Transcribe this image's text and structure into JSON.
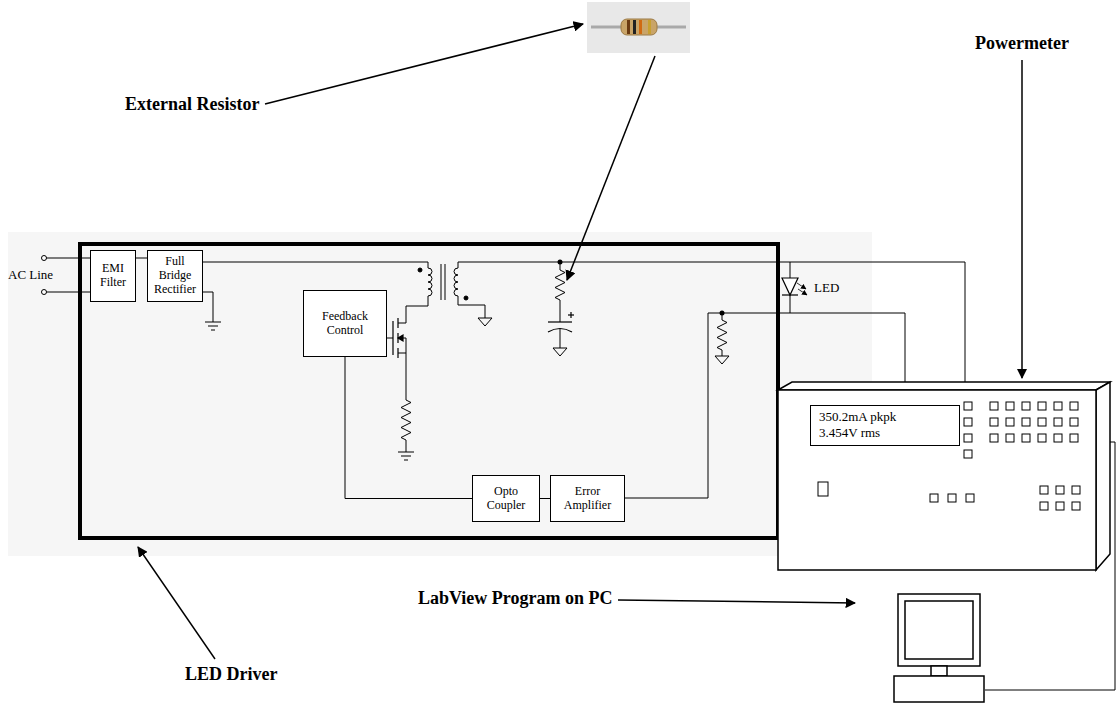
{
  "diagram": {
    "nodes": [
      {
        "text": [
          "LED Driver"
        ]
      },
      {
        "text": [
          "EMI Filter"
        ],
        "in": 0
      },
      {
        "text": [
          "Full Bridge Rectifier"
        ],
        "in": 0
      },
      {
        "text": [
          "Feedback Control"
        ],
        "in": 0
      },
      {
        "text": [
          "Opto Coupler"
        ],
        "in": 0
      },
      {
        "text": [
          "Error Amplifier"
        ],
        "in": 0
      },
      {
        "text": [
          "Powermeter"
        ]
      },
      {
        "text": [
          "350.2mA pkpk",
          "3.454V rms"
        ],
        "in": 6
      },
      {
        "text": [
          "LabView Program on PC"
        ]
      }
    ],
    "edges": [
      {
        "from": 1,
        "to": 2,
        "arrow": "none"
      },
      {
        "from": 3,
        "to": 4,
        "arrow": "none"
      },
      {
        "from": 4,
        "to": 5,
        "arrow": "none"
      },
      {
        "from": 0,
        "to": 6,
        "arrow": "none"
      },
      {
        "from": 0,
        "to": 6,
        "arrow": "none"
      },
      {
        "from": 6,
        "to": 8,
        "arrow": "none"
      }
    ],
    "labels": [
      "External Resistor",
      "AC Line",
      "LED"
    ]
  }
}
